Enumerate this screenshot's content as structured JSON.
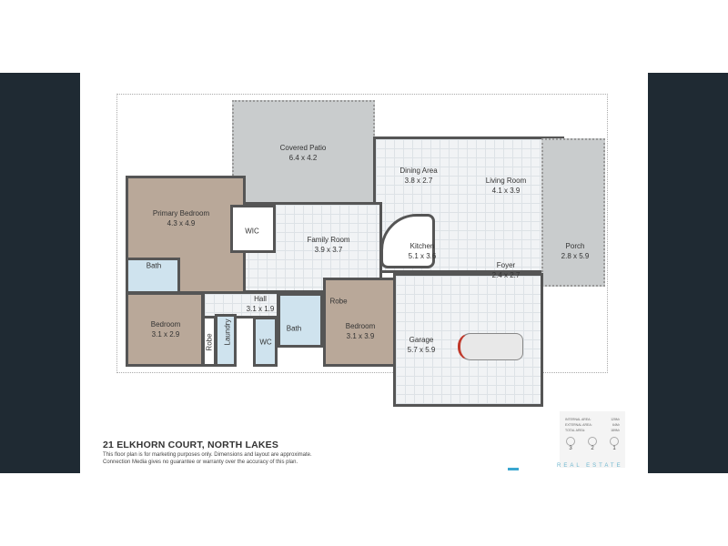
{
  "rooms": {
    "covered_patio": {
      "name": "Covered Patio",
      "size": "6.4 x 4.2"
    },
    "dining": {
      "name": "Dining Area",
      "size": "3.8 x 2.7"
    },
    "living": {
      "name": "Living Room",
      "size": "4.1 x 3.9"
    },
    "primary_bedroom": {
      "name": "Primary Bedroom",
      "size": "4.3 x 4.9"
    },
    "wic": {
      "name": "WIC"
    },
    "family": {
      "name": "Family Room",
      "size": "3.9 x 3.7"
    },
    "kitchen": {
      "name": "Kitchen",
      "size": "5.1 x 3.6"
    },
    "foyer": {
      "name": "Foyer",
      "size": "2.4 x 2.7"
    },
    "porch": {
      "name": "Porch",
      "size": "2.8 x 5.9"
    },
    "bath1": {
      "name": "Bath"
    },
    "hall": {
      "name": "Hall",
      "size": "3.1 x 1.9"
    },
    "robe2": {
      "name": "Robe"
    },
    "bedroom2": {
      "name": "Bedroom",
      "size": "3.1 x 2.9"
    },
    "robe1": {
      "name": "Robe"
    },
    "laundry": {
      "name": "Laundry"
    },
    "wc": {
      "name": "WC"
    },
    "bath2": {
      "name": "Bath"
    },
    "bedroom3": {
      "name": "Bedroom",
      "size": "3.1 x 3.9"
    },
    "garage": {
      "name": "Garage",
      "size": "5.7 x 5.9"
    }
  },
  "footer": {
    "address": "21 ELKHORN COURT, NORTH LAKES",
    "disclaimer_1": "This floor plan is for marketing purposes only. Dimensions and layout are approximate.",
    "disclaimer_2": "Connection Media gives no guarantee or warranty over the accuracy of this plan."
  },
  "info": {
    "internal_label": "INTERNAL AREA:",
    "internal_value": "125M²",
    "external_label": "EXTERNAL AREA:",
    "external_value": "64M²",
    "total_label": "TOTAL AREA:",
    "total_value": "189M²",
    "beds": "3",
    "baths": "2",
    "cars": "1",
    "brand": "REAL ESTATE"
  }
}
